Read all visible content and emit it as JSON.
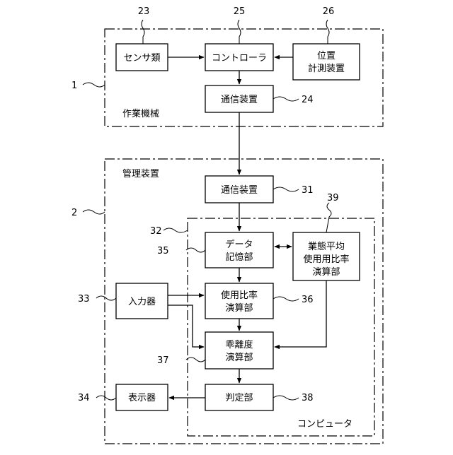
{
  "boundaries": {
    "work_machine": {
      "ref": "1",
      "label": "作業機械"
    },
    "management_device": {
      "ref": "2",
      "label": "管理装置"
    },
    "computer": {
      "ref": "32",
      "label": "コンピュータ"
    }
  },
  "blocks": {
    "sensors": {
      "ref": "23",
      "lines": [
        "センサ類"
      ]
    },
    "controller": {
      "ref": "25",
      "lines": [
        "コントローラ"
      ]
    },
    "position_meter": {
      "ref": "26",
      "lines": [
        "位置",
        "計測装置"
      ]
    },
    "comm_machine": {
      "ref": "24",
      "lines": [
        "通信装置"
      ]
    },
    "comm_mgmt": {
      "ref": "31",
      "lines": [
        "通信装置"
      ]
    },
    "data_storage": {
      "ref": "35",
      "lines": [
        "データ",
        "記憶部"
      ]
    },
    "industry_avg": {
      "ref": "39",
      "lines": [
        "業態平均",
        "使用用比率",
        "演算部"
      ]
    },
    "input_device": {
      "ref": "33",
      "lines": [
        "入力器"
      ]
    },
    "usage_ratio": {
      "ref": "36",
      "lines": [
        "使用比率",
        "演算部"
      ]
    },
    "deviation": {
      "ref": "37",
      "lines": [
        "乖離度",
        "演算部"
      ]
    },
    "display": {
      "ref": "34",
      "lines": [
        "表示器"
      ]
    },
    "judgment": {
      "ref": "38",
      "lines": [
        "判定部"
      ]
    }
  }
}
